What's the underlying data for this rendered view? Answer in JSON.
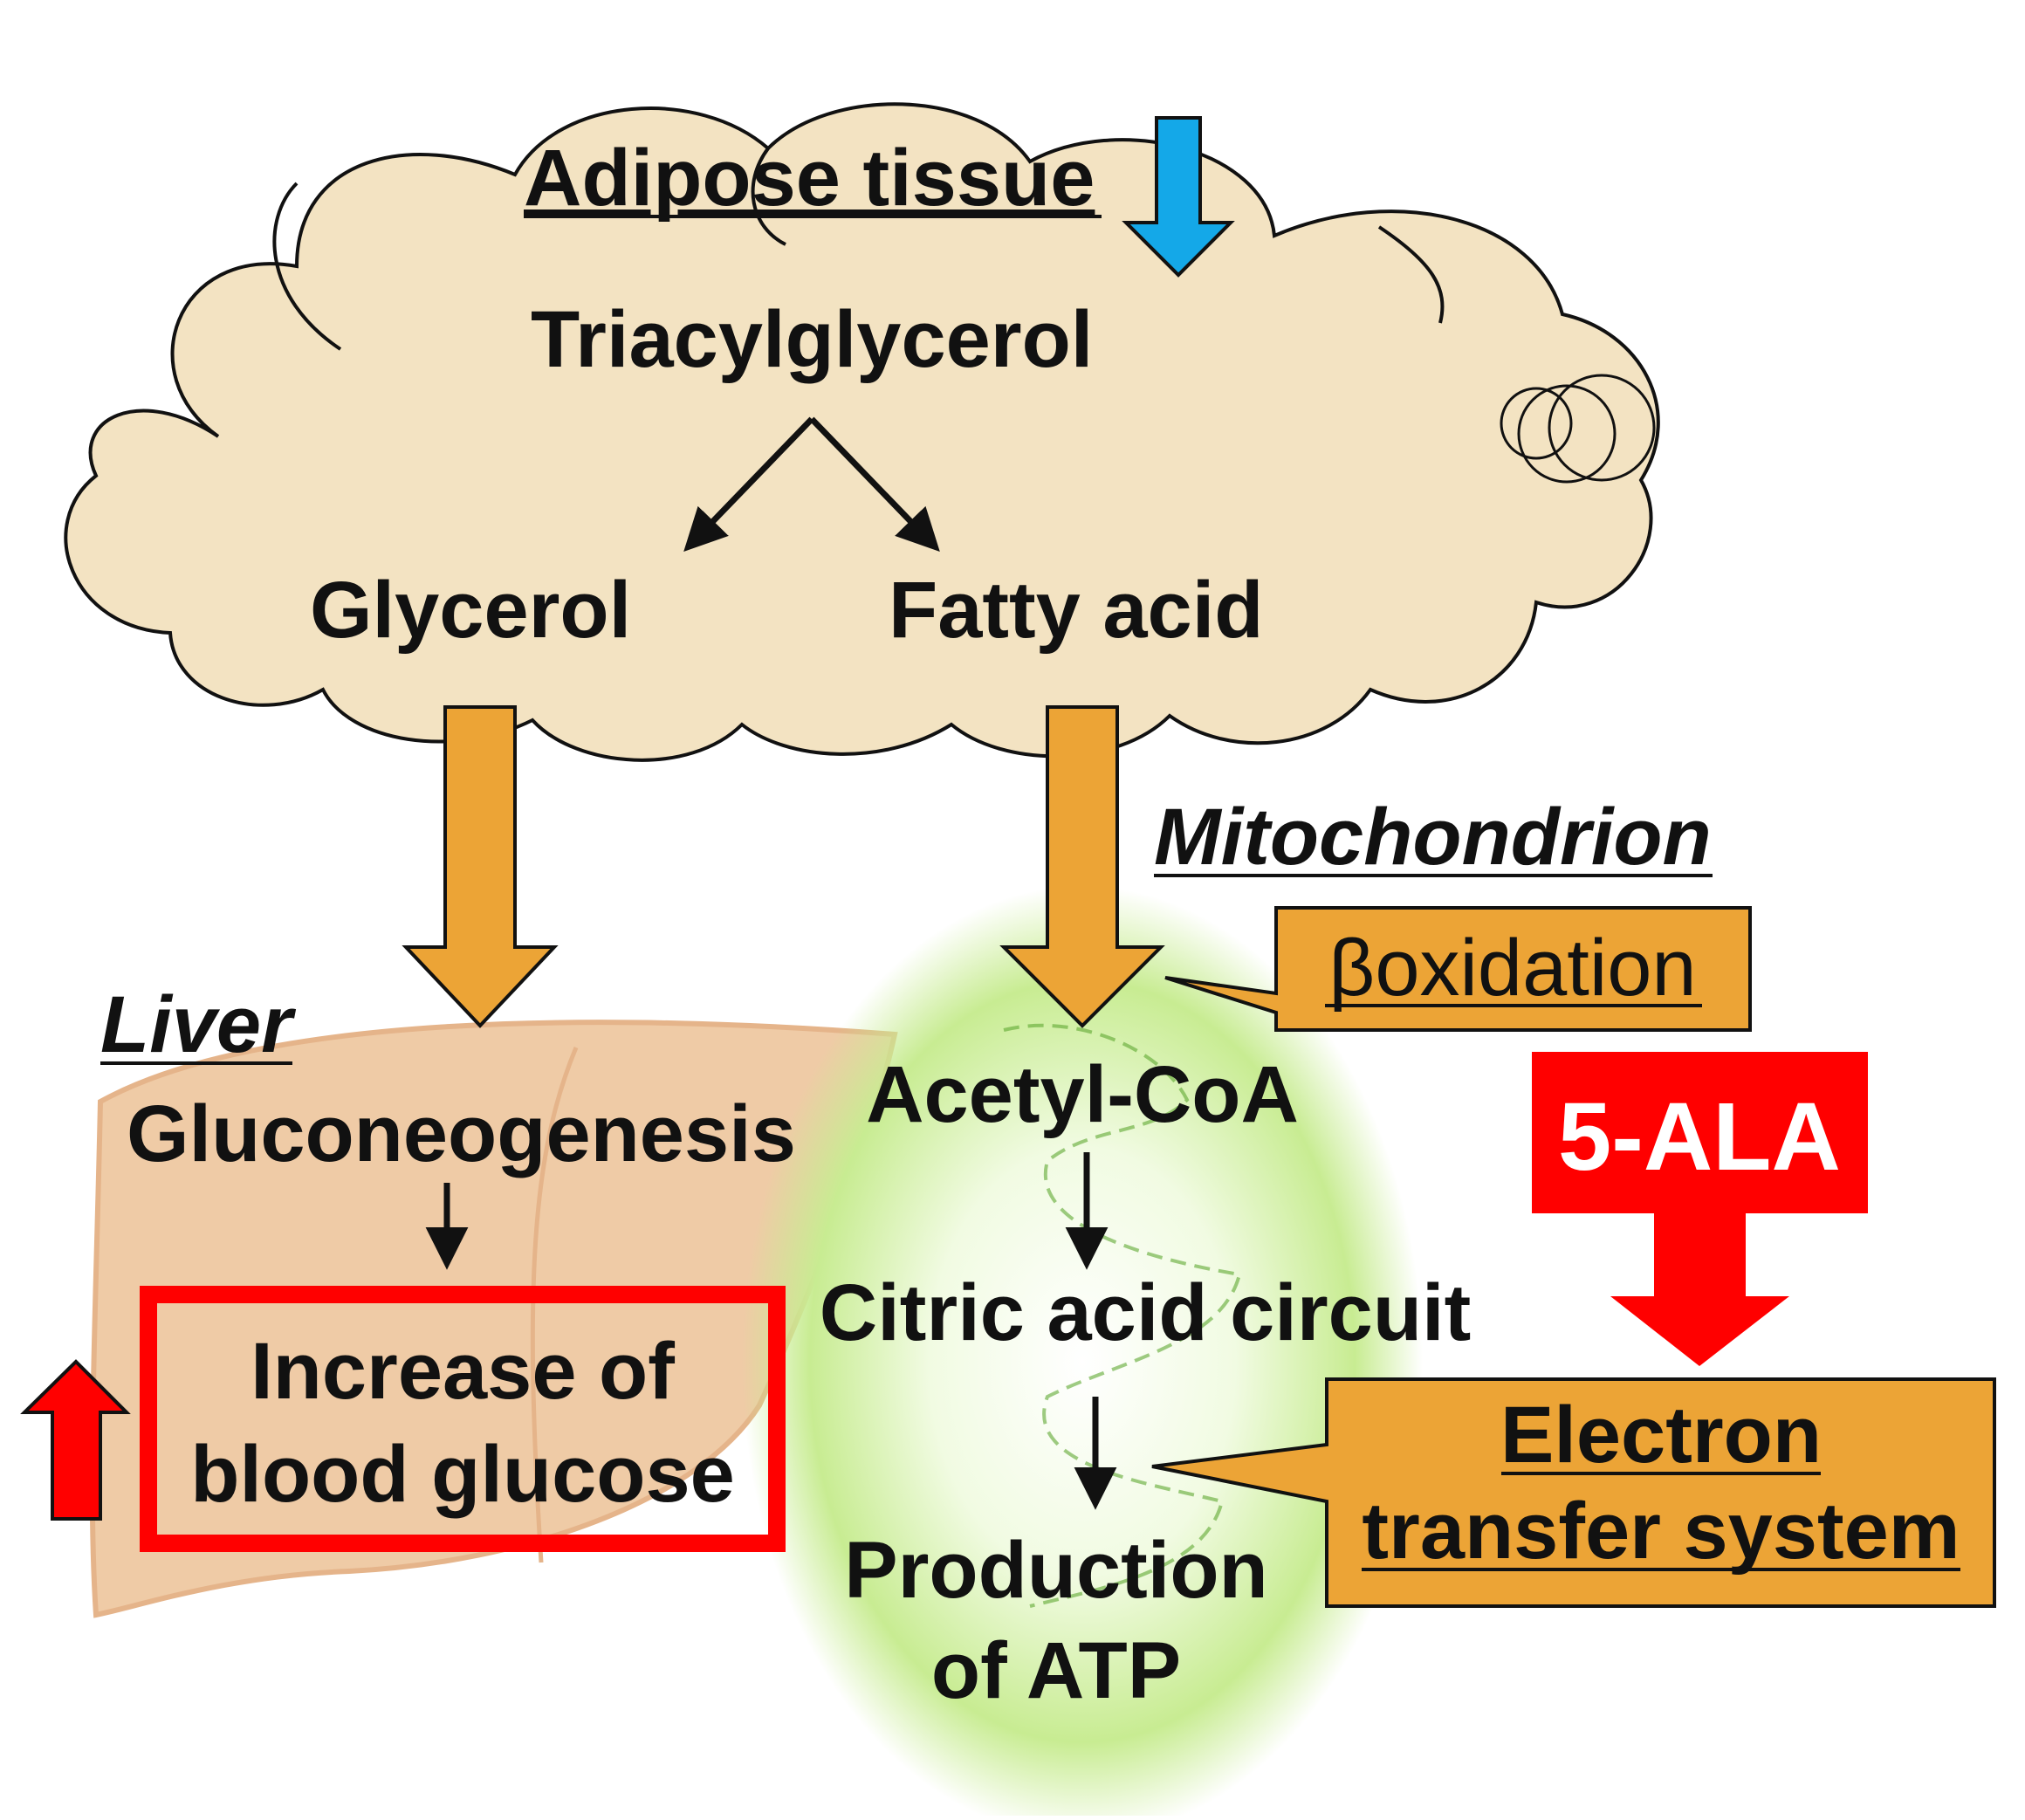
{
  "colors": {
    "background": "#ffffff",
    "cloud_fill": "#f3e3c2",
    "liver_fill": "#efcba6",
    "liver_outline": "#e5b48a",
    "mito_glow": "#c8ec92",
    "orange_arrow": "#eca436",
    "red": "#ff0000",
    "blue_arrow": "#14a8e8",
    "callout_fill": "#eca436",
    "text": "#111111",
    "white_text": "#ffffff"
  },
  "adipose": {
    "title": "Adipose tissue",
    "triacylglycerol": "Triacylglycerol",
    "glycerol": "Glycerol",
    "fatty_acid": "Fatty acid",
    "decrease_icon": "blue-down-arrow-icon"
  },
  "liver": {
    "title": "Liver",
    "gluconeogenesis": "Gluconeogenesis",
    "increase_line1": "Increase of",
    "increase_line2": "blood glucose",
    "increase_icon": "red-up-arrow-icon"
  },
  "mitochondrion": {
    "title": "Mitochondrion",
    "beta_oxidation": "βoxidation",
    "acetyl_coa": "Acetyl-CoA",
    "citric_acid": "Citric acid circuit",
    "atp_line1": "Production",
    "atp_line2": "of ATP",
    "electron_line1": "Electron",
    "electron_line2": "transfer system"
  },
  "ala": {
    "label": "5-ALA"
  }
}
